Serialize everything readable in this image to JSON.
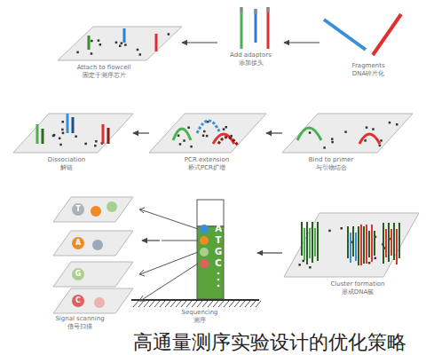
{
  "diagram": {
    "caption": "高通量测序实验设计的优化策略",
    "nodes": [
      {
        "text": [
          "Attach to flowcell",
          "固定于测序芯片"
        ]
      },
      {
        "text": [
          "Add adaptors",
          "添加接头"
        ]
      },
      {
        "text": [
          "Fragments",
          "DNA碎片化"
        ]
      },
      {
        "text": [
          "Dissociation",
          "解链"
        ]
      },
      {
        "text": [
          "PCR extension",
          "桥式PCR扩增"
        ]
      },
      {
        "text": [
          "Bind to primer",
          "与引物结合"
        ]
      },
      {
        "text": [
          "Signal scanning",
          "信号扫描"
        ]
      },
      {
        "text": [
          "Sequencing",
          "测序"
        ]
      },
      {
        "text": [
          "Cluster formation",
          "形成DNA簇"
        ]
      }
    ],
    "edges": [
      {
        "from": 2,
        "to": 1,
        "arrow": "to"
      },
      {
        "from": 1,
        "to": 0,
        "arrow": "to"
      },
      {
        "from": 5,
        "to": 4,
        "arrow": "to"
      },
      {
        "from": 4,
        "to": 3,
        "arrow": "to"
      },
      {
        "from": 8,
        "to": 7,
        "arrow": "to"
      },
      {
        "from": 7,
        "to": 6,
        "arrow": "to"
      }
    ],
    "labels": [
      "A",
      "T",
      "G",
      "C",
      "T",
      "A",
      "G",
      "C"
    ]
  }
}
